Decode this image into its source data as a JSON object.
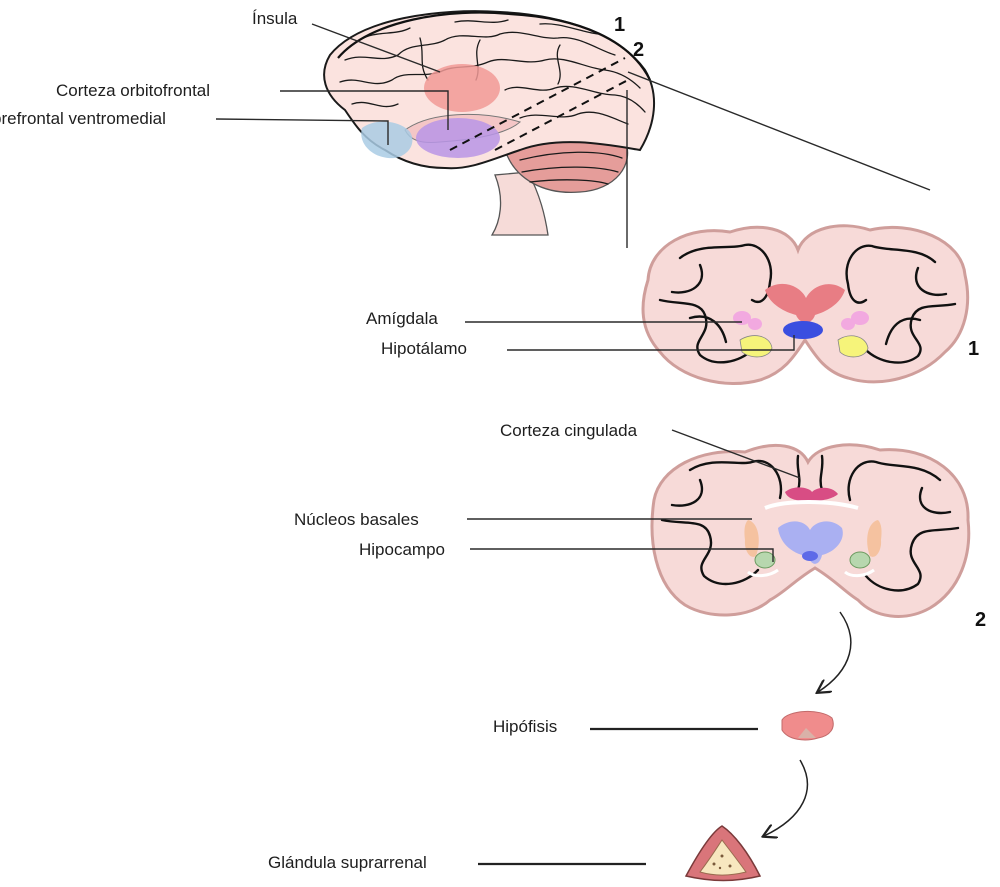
{
  "labels": {
    "insula": "Ínsula",
    "orbitofrontal": "Corteza orbitofrontal",
    "ventromedial": "prefrontal ventromedial",
    "amigdala": "Amígdala",
    "hipotalamo": "Hipotálamo",
    "cingulada": "Corteza cingulada",
    "basales": "Núcleos basales",
    "hipocampo": "Hipocampo",
    "hipofisis": "Hipófisis",
    "suprarrenal": "Glándula suprarrenal"
  },
  "section_markers": {
    "one": "1",
    "two": "2"
  },
  "colors": {
    "cortex_fill": "#f7dad8",
    "brain_pink": "#fbe3df",
    "insula": "#f19a96",
    "orbitofrontal": "#b995e6",
    "ventromedial": "#a9cbe4",
    "cerebellum": "#e59d9a",
    "amygdala": "#f2a9e0",
    "hypothalamus": "#3a4ee0",
    "yellow_nucleus": "#f6f47a",
    "cingulate": "#d84d84",
    "basal_nuclei": "#f5c2a0",
    "ventricle": "#aab0f2",
    "hippocampus": "#b7d7ae",
    "pituitary": "#f08c8c",
    "adrenal": "#d9757a"
  }
}
